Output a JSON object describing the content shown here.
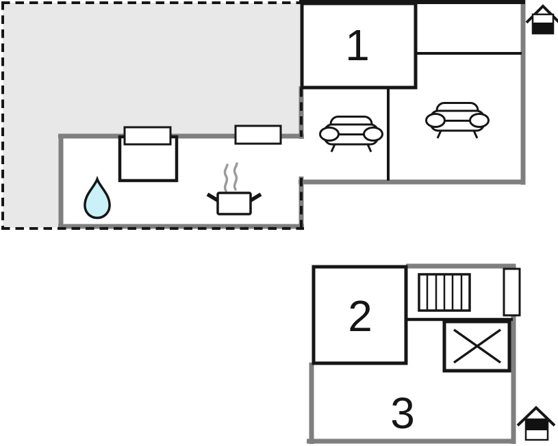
{
  "plan": {
    "type": "two-level holiday-home floor plan",
    "labels": {
      "room1": "1",
      "room2": "2",
      "room3": "3"
    },
    "ground_floor": {
      "features": [
        "terrace-dashed-area",
        "room-1",
        "living-room-sofa",
        "lounge-sofa",
        "bathroom-water-drop",
        "kitchen-cooking-pot",
        "wall-window",
        "wall-window",
        "furniture-box",
        "house-level-indicator-ground"
      ]
    },
    "upper_floor": {
      "features": [
        "room-2",
        "room-3",
        "stairs",
        "wall-window",
        "crossed-out-void",
        "house-level-indicator-upper"
      ]
    }
  },
  "colors": {
    "background": "#ffffff",
    "wall_gray": "#7f7f7f",
    "line_black": "#161616",
    "terrace_fill": "#e8e8e8",
    "water_drop_fill": "#c9f1f7",
    "steam_gray": "#9b9b9b",
    "icon_black": "#111111"
  }
}
